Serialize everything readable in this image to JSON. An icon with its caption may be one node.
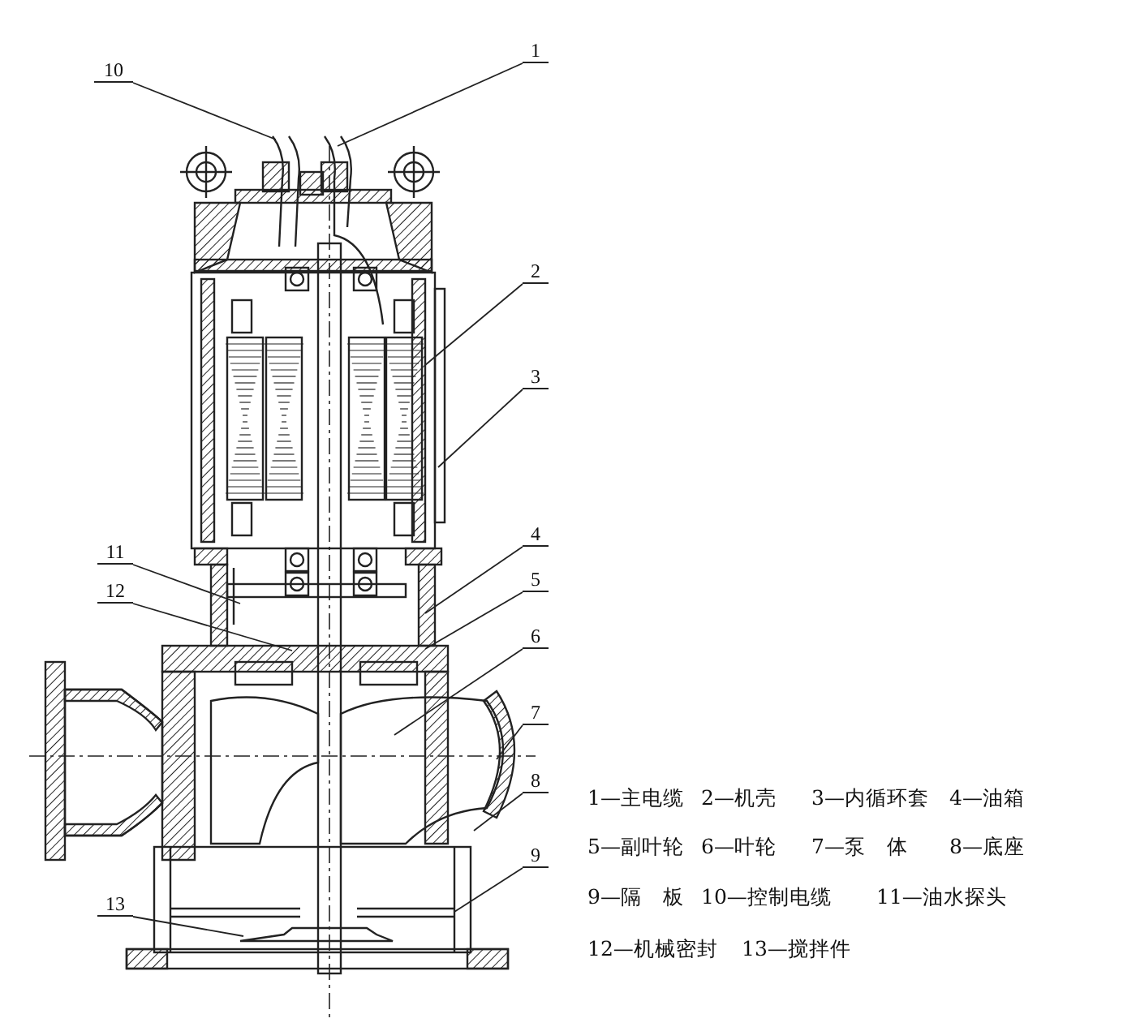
{
  "diagram": {
    "nodes": [
      {
        "text": [
          "1"
        ]
      },
      {
        "text": [
          "10"
        ]
      },
      {
        "text": [
          "2"
        ]
      },
      {
        "text": [
          "3"
        ]
      },
      {
        "text": [
          "4"
        ]
      },
      {
        "text": [
          "11"
        ]
      },
      {
        "text": [
          "5"
        ]
      },
      {
        "text": [
          "12"
        ]
      },
      {
        "text": [
          "6"
        ]
      },
      {
        "text": [
          "7"
        ]
      },
      {
        "text": [
          "8"
        ]
      },
      {
        "text": [
          "9"
        ]
      },
      {
        "text": [
          "13"
        ]
      }
    ],
    "edges": [
      {
        "from": 0,
        "to": null,
        "arrow": "none"
      },
      {
        "from": 1,
        "to": null,
        "arrow": "none"
      },
      {
        "from": 2,
        "to": null,
        "arrow": "none"
      },
      {
        "from": 3,
        "to": null,
        "arrow": "none"
      },
      {
        "from": 4,
        "to": null,
        "arrow": "none"
      },
      {
        "from": 5,
        "to": null,
        "arrow": "none"
      },
      {
        "from": 6,
        "to": null,
        "arrow": "none"
      },
      {
        "from": 7,
        "to": null,
        "arrow": "none"
      },
      {
        "from": 8,
        "to": null,
        "arrow": "none"
      },
      {
        "from": 9,
        "to": null,
        "arrow": "none"
      },
      {
        "from": 10,
        "to": null,
        "arrow": "none"
      },
      {
        "from": 11,
        "to": null,
        "arrow": "none"
      },
      {
        "from": 12,
        "to": null,
        "arrow": "none"
      }
    ],
    "labels": [
      "1—主电缆",
      "2—机壳",
      "3—内循环套",
      "4—油箱",
      "5—副叶轮",
      "6—叶轮",
      "7—泵　体",
      "8—底座",
      "9—隔　板",
      "10—控制电缆",
      "11—油水探头",
      "12—机械密封",
      "13—搅拌件"
    ]
  }
}
